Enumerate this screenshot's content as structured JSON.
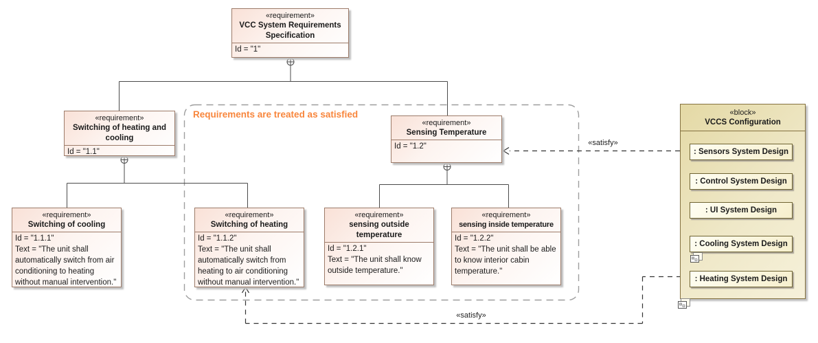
{
  "note": {
    "text": "Requirements are treated as satisfied"
  },
  "labels": {
    "satisfy_top": "«satisfy»",
    "satisfy_bottom": "«satisfy»"
  },
  "requirements": [
    {
      "stereotype": "«requirement»",
      "name": "VCC System Requirements Specification",
      "id": "Id = \"1\""
    },
    {
      "stereotype": "«requirement»",
      "name": "Switching of heating and cooling",
      "id": "Id = \"1.1\""
    },
    {
      "stereotype": "«requirement»",
      "name": "Sensing Temperature",
      "id": "Id = \"1.2\""
    },
    {
      "stereotype": "«requirement»",
      "name": "Switching of cooling",
      "id": "Id = \"1.1.1\"",
      "text": "Text = \"The unit shall automatically switch from air conditioning to heating without manual intervention.\""
    },
    {
      "stereotype": "«requirement»",
      "name": "Switching of heating",
      "id": "Id = \"1.1.2\"",
      "text": "Text = \"The unit shall automatically switch from heating to air conditioning without manual intervention.\""
    },
    {
      "stereotype": "«requirement»",
      "name": "sensing outside temperature",
      "id": "Id = \"1.2.1\"",
      "text": "Text = \"The unit shall know outside temperature.\""
    },
    {
      "stereotype": "«requirement»",
      "name": "sensing inside temperature",
      "id": "Id = \"1.2.2\"",
      "text": "Text = \"The unit shall be able to know interior cabin temperature.\""
    }
  ],
  "block": {
    "stereotype": "«block»",
    "name": "VCCS Configuration",
    "parts": [
      {
        "label": ": Sensors System Design"
      },
      {
        "label": ": Control System Design"
      },
      {
        "label": ": UI System Design"
      },
      {
        "label": ": Cooling System Design"
      },
      {
        "label": ": Heating System Design"
      }
    ]
  },
  "icons": {
    "composite_aggregation": "circle-plus",
    "internal_diagram": "overlapping-windows-diagram-icon"
  },
  "colors": {
    "note_orange": "#f8863c",
    "requirement_fill": "#f9e1d7",
    "requirement_border": "#9c7b69",
    "block_fill": "#e4d9a5",
    "block_border": "#84713f",
    "connector": "#4a4a4a",
    "dashed_container": "#9e9e9e"
  }
}
